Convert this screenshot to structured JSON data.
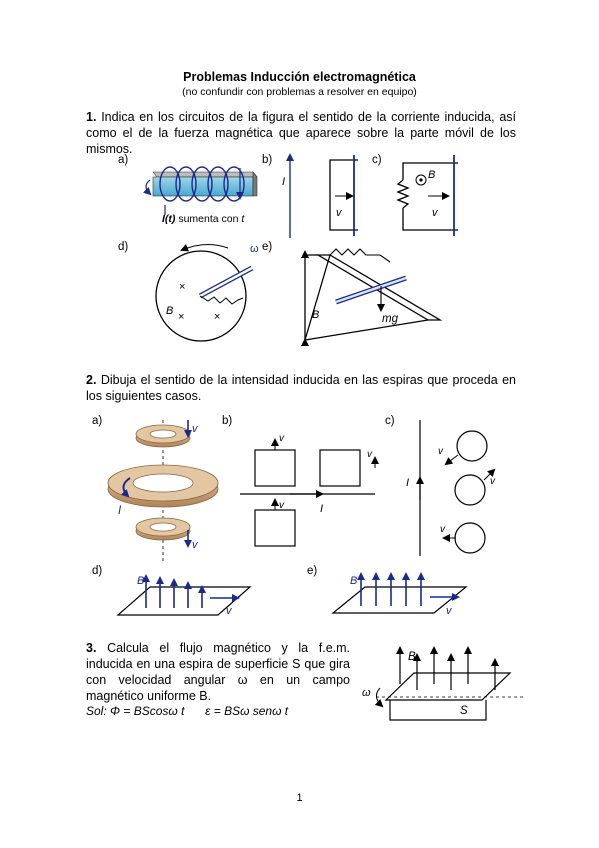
{
  "header": {
    "title": "Problemas Inducción electromagnética",
    "subtitle": "(no confundir con problemas a resolver en equipo)"
  },
  "problem1": {
    "number": "1.",
    "text": "Indica en los circuitos de la figura el sentido de la corriente inducida, así como el de la fuerza magnética que aparece sobre la parte móvil de los mismos.",
    "labels": {
      "a": "a)",
      "b": "b)",
      "c": "c)",
      "d": "d)",
      "e": "e)"
    },
    "fig_a_caption_I": "I(t)",
    "fig_a_caption_rest": " sumenta con ",
    "fig_a_caption_t": "t",
    "I": "I",
    "v": "v",
    "B": "B",
    "omega": "ω",
    "mg": "mg",
    "cross": "×"
  },
  "problem2": {
    "number": "2.",
    "text": "Dibuja el sentido de la intensidad inducida en las espiras que proceda en los siguientes casos.",
    "labels": {
      "a": "a)",
      "b": "b)",
      "c": "c)",
      "d": "d)",
      "e": "e)"
    },
    "v": "v",
    "I": "I",
    "B": "B"
  },
  "problem3": {
    "number": "3.",
    "text": "Calcula el flujo magnético y la f.e.m. inducida en una espira de superficie S que gira con velocidad angular ω en un campo magnético uniforme B.",
    "solution_label": "Sol",
    "solution_flux": ": Φ = BScosω t",
    "solution_emf": "ε = BSω senω t",
    "B": "B",
    "S": "S",
    "omega": "ω"
  },
  "footer": {
    "page_number": "1"
  },
  "colors": {
    "blue": "#1a2a8c",
    "field_blue": "#1d2d8f",
    "wood": "#c9a27a"
  }
}
